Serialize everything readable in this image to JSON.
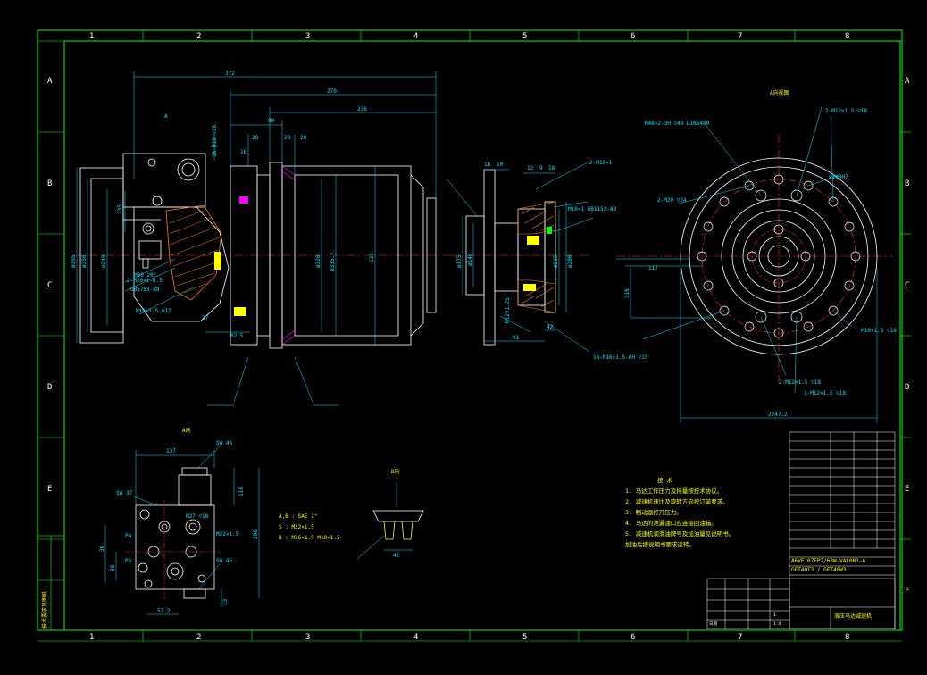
{
  "colors": {
    "background": "#000000",
    "border": "#00ff00",
    "outline": "#ffffff",
    "dimension": "#00e5ff",
    "centerline": "#ff2a2a",
    "hatch": "#ff7f00",
    "text": "#ffff00",
    "sectionfill": "#ff00ff"
  },
  "zones": {
    "columns": [
      "1",
      "2",
      "3",
      "4",
      "5",
      "6",
      "7",
      "8"
    ],
    "rows": [
      "A",
      "B",
      "C",
      "D",
      "E",
      "F"
    ]
  },
  "views": {
    "side": {
      "label_a": "A",
      "dims": {
        "d372": "372",
        "d270": "270",
        "d236": "236",
        "d90": "90",
        "d28a": "28",
        "d28b": "28",
        "d16": "16",
        "d20": "20",
        "d235": "235",
        "d37": "37",
        "dia395": "ø395",
        "dia350": "ø350",
        "dia340": "ø340",
        "dia3357": "ø335.7",
        "dia320": "ø320",
        "d133": "133",
        "r2": "R2.5"
      },
      "callouts": {
        "c1": "M18×1.5 φ12",
        "c2": "2-M20×1-6.5",
        "c3": "GB5783-88",
        "c4": "M30 20°",
        "c5": "16-M10 ▽18"
      }
    },
    "flange": {
      "dims": {
        "d16": "16",
        "d10": "10",
        "d12": "12",
        "d9": "9",
        "d91": "91",
        "d42": "42",
        "dia175": "ø175",
        "dia140": "ø140",
        "dia215": "ø215",
        "dia200": "ø200",
        "d18": "18"
      },
      "callouts": {
        "c1": "M10×1 GB1152-89",
        "c2": "2-M16×1",
        "c3": "M12×1.25",
        "c4": "16-M16×1.5-6H ▽15"
      }
    },
    "end": {
      "title": "A向视图",
      "dims": {
        "d116": "116",
        "d117": "117",
        "d2247": "2247.2",
        "dia100": "ø100H7"
      },
      "callouts": {
        "c1": "M48×2-3H ▽48 DIN5480",
        "c2": "2-M20 ▽24",
        "c3": "2-M12×1.5 ▽18",
        "c4": "M16×1.5 ▽18",
        "c5": "2-M12×1.5 ▽18",
        "c6": "3-M12×1.5 ▽18"
      }
    },
    "detail_a": {
      "title": "A向",
      "dims": {
        "d137": "137",
        "d116": "116",
        "d206": "206",
        "d36": "36",
        "d38": "38",
        "d372": "57.2",
        "d13": "13"
      },
      "callouts": {
        "sw46a": "SW 46",
        "sw37": "SW 37",
        "sw46b": "SW 46",
        "m27": "M27 ▽18",
        "m22": "M22×1.5",
        "pa": "Pa",
        "pb": "Pb"
      },
      "legend": {
        "l1": "A,B :  SAE 1\"",
        "l2": "S : M22×1.5",
        "l3": "B : M16×1.5 M10×1.5"
      }
    },
    "detail_b": {
      "title": "B向",
      "dim": "42"
    }
  },
  "notes": {
    "heading": "技 术",
    "items": [
      "1. 马达工作压力及排量按技术协议。",
      "2. 减速机速比及旋转方向按订单要求。",
      "3. 制动器打开压力。",
      "4. 马达的泄漏油口应连接回油箱。",
      "5. 减速机润滑油牌号及加油量见说明书。",
      "   加油后按说明书要求运转。"
    ]
  },
  "titleblock": {
    "drawing_no": "A6VE107EP2/63W-VAL0B1-A",
    "model": "GFT40T3 / GFT40W3",
    "company": "液压马达减速机",
    "sheet": "1",
    "scale": "1:4",
    "label_date": "日期"
  },
  "margin": {
    "left_note": "技术要求见图纸"
  }
}
